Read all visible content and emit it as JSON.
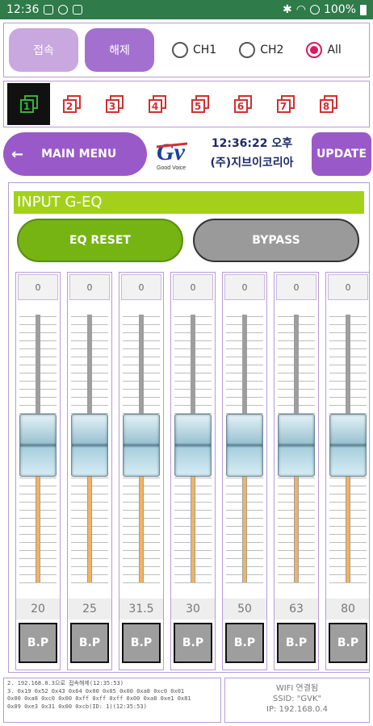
{
  "status_bar": {
    "time": "12:36",
    "battery": "100%"
  },
  "connection": {
    "connect_label": "접속",
    "disconnect_label": "해제",
    "radios": [
      {
        "label": "CH1",
        "checked": false
      },
      {
        "label": "CH2",
        "checked": false
      },
      {
        "label": "All",
        "checked": true
      }
    ]
  },
  "channels": [
    {
      "number": "1",
      "active": true
    },
    {
      "number": "2",
      "active": false
    },
    {
      "number": "3",
      "active": false
    },
    {
      "number": "4",
      "active": false
    },
    {
      "number": "5",
      "active": false
    },
    {
      "number": "6",
      "active": false
    },
    {
      "number": "7",
      "active": false
    },
    {
      "number": "8",
      "active": false
    }
  ],
  "header": {
    "main_menu_label": "MAIN MENU",
    "logo_text": "Gv",
    "logo_subtext": "Good Voice",
    "clock_time": "12:36:22 오후",
    "company": "(주)지브이코리아",
    "update_label": "UPDATE"
  },
  "eq": {
    "title": "INPUT G-EQ",
    "reset_label": "EQ RESET",
    "bypass_label": "BYPASS",
    "bands": [
      {
        "value": "0",
        "freq": "20",
        "bp_label": "B.P"
      },
      {
        "value": "0",
        "freq": "25",
        "bp_label": "B.P"
      },
      {
        "value": "0",
        "freq": "31.5",
        "bp_label": "B.P"
      },
      {
        "value": "0",
        "freq": "30",
        "bp_label": "B.P"
      },
      {
        "value": "0",
        "freq": "50",
        "bp_label": "B.P"
      },
      {
        "value": "0",
        "freq": "63",
        "bp_label": "B.P"
      },
      {
        "value": "0",
        "freq": "80",
        "bp_label": "B.P"
      }
    ]
  },
  "log": {
    "lines": [
      "2. 192.168.0.3으로 접속해제(12:35:53)",
      "3. 0x19 0x52 0x43 0x64 0x00 0x05 0x00 0xa8 0xc0 0x01",
      "0x00 0xa8 0xc0 0x00 0xff 0xff 0xff 0x00 0xa8 0xe1 0x81",
      "0x09 0xe3 0x31 0x00 0xcb(ID: 1)(12:35:53)"
    ]
  },
  "wifi": {
    "status": "WIFI 연결됨",
    "ssid": "SSID: \"GVK\"",
    "ip": "IP: 192.168.0.4"
  }
}
